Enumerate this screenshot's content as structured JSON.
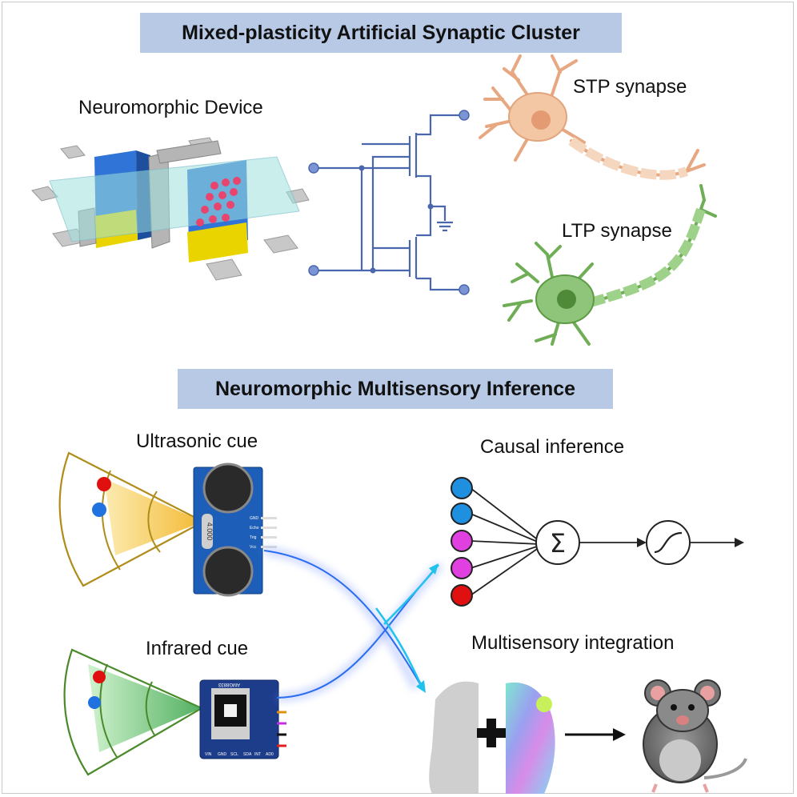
{
  "titles": {
    "top": "Mixed-plasticity Artificial Synaptic Cluster",
    "bottom": "Neuromorphic Multisensory Inference"
  },
  "labels": {
    "device": "Neuromorphic Device",
    "stp": "STP synapse",
    "ltp": "LTP synapse",
    "ultrasonic": "Ultrasonic cue",
    "infrared": "Infrared cue",
    "causal": "Causal inference",
    "multisensory": "Multisensory integration"
  },
  "sensor_text": {
    "ultrasonic_crystal": "4.000",
    "ultrasonic_pins": [
      "GND",
      "Echo",
      "Trig",
      "Vcc"
    ],
    "infrared_chip": "AMG8833",
    "infrared_pins": [
      "VIN",
      "GND",
      "SCL",
      "SDA",
      "INT",
      "AD0"
    ]
  },
  "colors": {
    "banner": "#b8c9e6",
    "circuit": "#4a67ad",
    "stp_neuron": "#f1c9a8",
    "ltp_neuron": "#8fc57a",
    "ultrasonic_sector": "#b08c1a",
    "infrared_sector": "#4a8a2a",
    "node_blue": "#1f8fe0",
    "node_pink": "#e040e0",
    "node_red": "#e01010"
  },
  "network": {
    "input_nodes": [
      "blue",
      "blue",
      "pink",
      "pink",
      "red"
    ],
    "sum_symbol": "Σ"
  }
}
